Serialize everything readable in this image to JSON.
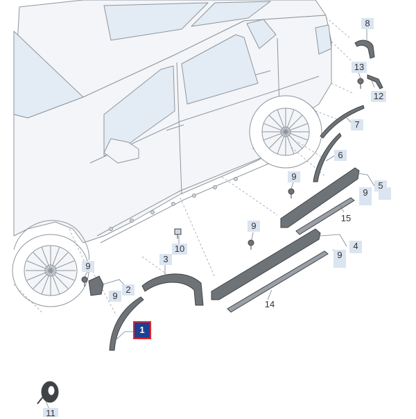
{
  "diagram": {
    "selected_part": "1",
    "colors": {
      "line": "#8f959c",
      "body_fill": "#f3f5f8",
      "glass_fill": "#e3ebf4",
      "part_fill": "#6e7378",
      "part_dark": "#3f4347",
      "tag_fill": "#dbe4f1",
      "selected_fill": "#1f3f94",
      "selected_outline": "#e0262b"
    },
    "callouts": [
      {
        "id": "c1",
        "label": "1"
      },
      {
        "id": "c2",
        "label": "2"
      },
      {
        "id": "c3",
        "label": "3"
      },
      {
        "id": "c4",
        "label": "4"
      },
      {
        "id": "c5",
        "label": "5"
      },
      {
        "id": "c6",
        "label": "6"
      },
      {
        "id": "c7",
        "label": "7"
      },
      {
        "id": "c8",
        "label": "8"
      },
      {
        "id": "c9a",
        "label": "9"
      },
      {
        "id": "c9b",
        "label": "9"
      },
      {
        "id": "c9c",
        "label": "9"
      },
      {
        "id": "c9d",
        "label": "9"
      },
      {
        "id": "c9e",
        "label": "9"
      },
      {
        "id": "c9f",
        "label": "9"
      },
      {
        "id": "c10",
        "label": "10"
      },
      {
        "id": "c11",
        "label": "11"
      },
      {
        "id": "c12",
        "label": "12"
      },
      {
        "id": "c13",
        "label": "13"
      },
      {
        "id": "c14",
        "label": "14"
      },
      {
        "id": "c15",
        "label": "15"
      }
    ]
  }
}
